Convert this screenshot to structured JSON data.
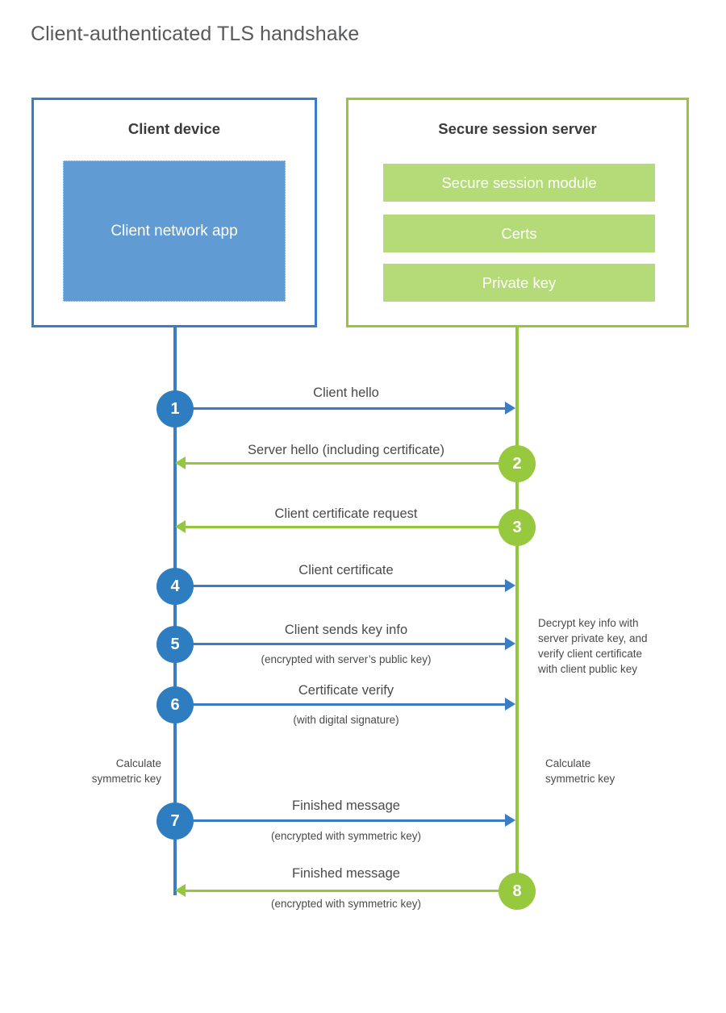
{
  "page": {
    "title": "Client-authenticated TLS handshake"
  },
  "colors": {
    "client_blue": "#3B7DC4",
    "client_app_fill": "#619BD3",
    "badge_blue": "#2E7DC0",
    "server_green": "#94C73D",
    "server_bar_fill": "#B5DB78",
    "badge_green": "#96C93D",
    "text": "#4a4a4a",
    "title_text": "#58595b",
    "background": "#ffffff"
  },
  "client": {
    "title": "Client device",
    "app_label": "Client network app"
  },
  "server": {
    "title": "Secure session server",
    "components": [
      {
        "label": "Secure session module"
      },
      {
        "label": "Certs"
      },
      {
        "label": "Private key"
      }
    ]
  },
  "chart_data": {
    "type": "sequence-diagram",
    "title": "Client-authenticated TLS handshake",
    "participants": [
      "Client device",
      "Secure session server"
    ],
    "steps": [
      {
        "number": "1",
        "label": "Client hello",
        "sub": "",
        "from": "client",
        "to": "server",
        "direction": "right",
        "color": "blue"
      },
      {
        "number": "2",
        "label": "Server hello (including certificate)",
        "sub": "",
        "from": "server",
        "to": "client",
        "direction": "left",
        "color": "green"
      },
      {
        "number": "3",
        "label": "Client certificate request",
        "sub": "",
        "from": "server",
        "to": "client",
        "direction": "left",
        "color": "green"
      },
      {
        "number": "4",
        "label": "Client certificate",
        "sub": "",
        "from": "client",
        "to": "server",
        "direction": "right",
        "color": "blue"
      },
      {
        "number": "5",
        "label": "Client sends key info",
        "sub": "(encrypted with server’s public key)",
        "from": "client",
        "to": "server",
        "direction": "right",
        "color": "blue"
      },
      {
        "number": "6",
        "label": "Certificate verify",
        "sub": "(with digital signature)",
        "from": "client",
        "to": "server",
        "direction": "right",
        "color": "blue"
      },
      {
        "number": "7",
        "label": "Finished message",
        "sub": "(encrypted with symmetric key)",
        "from": "client",
        "to": "server",
        "direction": "right",
        "color": "blue"
      },
      {
        "number": "8",
        "label": "Finished message",
        "sub": "(encrypted with symmetric key)",
        "from": "server",
        "to": "client",
        "direction": "left",
        "color": "green"
      }
    ],
    "annotations": [
      {
        "id": "server-decrypt-note",
        "side": "server",
        "text": "Decrypt key info with server private key, and verify client certificate with client public key"
      },
      {
        "id": "client-calc-note",
        "side": "client",
        "text": "Calculate symmetric key"
      },
      {
        "id": "server-calc-note",
        "side": "server",
        "text": "Calculate symmetric key"
      }
    ]
  },
  "steps": {
    "s1": {
      "number": "1",
      "label": "Client hello"
    },
    "s2": {
      "number": "2",
      "label": "Server hello (including certificate)"
    },
    "s3": {
      "number": "3",
      "label": "Client certificate request"
    },
    "s4": {
      "number": "4",
      "label": "Client certificate"
    },
    "s5": {
      "number": "5",
      "label": "Client sends key info",
      "sub": "(encrypted with server’s public key)"
    },
    "s6": {
      "number": "6",
      "label": "Certificate verify",
      "sub": "(with digital signature)"
    },
    "s7": {
      "number": "7",
      "label": "Finished message",
      "sub": "(encrypted with symmetric key)"
    },
    "s8": {
      "number": "8",
      "label": "Finished message",
      "sub": "(encrypted with symmetric key)"
    }
  },
  "annotations": {
    "server_decrypt": {
      "line1": "Decrypt key info with",
      "line2": "server private key, and",
      "line3": "verify client certificate",
      "line4": "with client public key"
    },
    "client_calc": {
      "line1": "Calculate",
      "line2": "symmetric key"
    },
    "server_calc": {
      "line1": "Calculate",
      "line2": "symmetric key"
    }
  }
}
